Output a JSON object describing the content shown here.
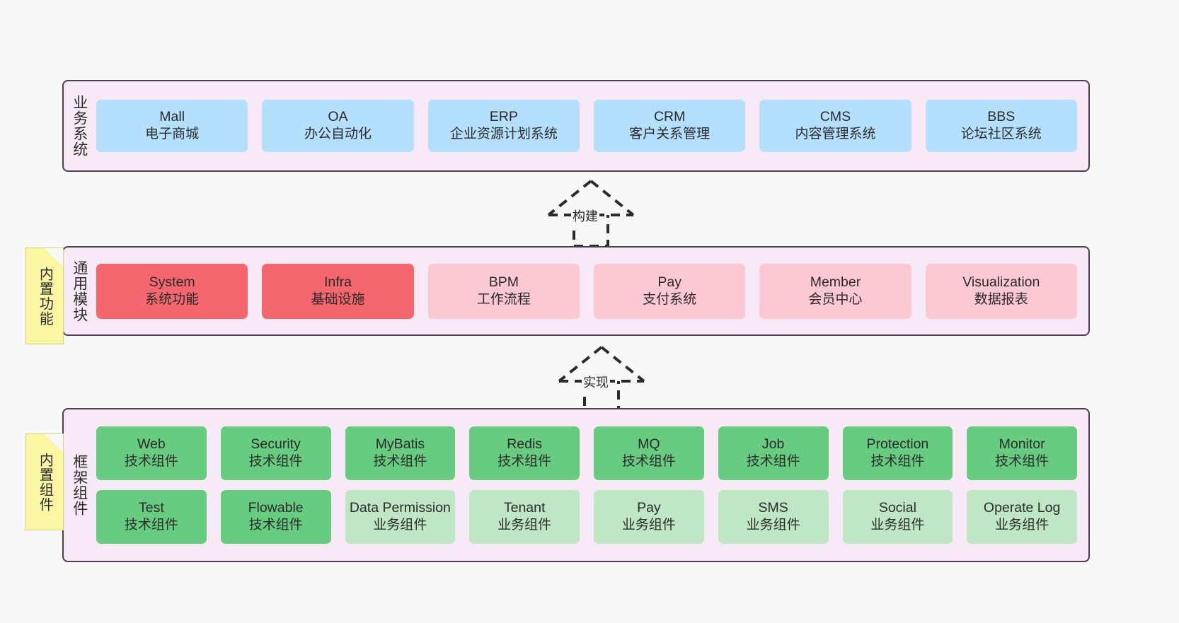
{
  "diagram": {
    "title": "ruoyi-vue-pro architecture layers",
    "background_color": "#f8f8f8",
    "panel_color": "#f7e9f5",
    "panel_border_color": "#4a3f4d"
  },
  "notes": [
    {
      "name": "built-in-functions",
      "label": "内置功能",
      "color": "#fbf6a4"
    },
    {
      "name": "built-in-components",
      "label": "内置组件",
      "color": "#fbf6a4"
    }
  ],
  "connectors": [
    {
      "name": "build",
      "label": "构建",
      "style": "dashed-generalization",
      "direction": "up"
    },
    {
      "name": "implement",
      "label": "实现",
      "style": "dashed-generalization",
      "direction": "up"
    }
  ],
  "layers": [
    {
      "name": "business-systems",
      "title": "业务系统",
      "card_color": "#b4dffd",
      "rows": [
        [
          {
            "title": "Mall",
            "subtitle": "电子商城",
            "color": "#b4dffd"
          },
          {
            "title": "OA",
            "subtitle": "办公自动化",
            "color": "#b4dffd"
          },
          {
            "title": "ERP",
            "subtitle": "企业资源计划系统",
            "color": "#b4dffd"
          },
          {
            "title": "CRM",
            "subtitle": "客户关系管理",
            "color": "#b4dffd"
          },
          {
            "title": "CMS",
            "subtitle": "内容管理系统",
            "color": "#b4dffd"
          },
          {
            "title": "BBS",
            "subtitle": "论坛社区系统",
            "color": "#b4dffd"
          }
        ]
      ]
    },
    {
      "name": "common-modules",
      "title": "通用模块",
      "rows": [
        [
          {
            "title": "System",
            "subtitle": "系统功能",
            "color": "#f4676f"
          },
          {
            "title": "Infra",
            "subtitle": "基础设施",
            "color": "#f4676f"
          },
          {
            "title": "BPM",
            "subtitle": "工作流程",
            "color": "#fcc9d2"
          },
          {
            "title": "Pay",
            "subtitle": "支付系统",
            "color": "#fcc9d2"
          },
          {
            "title": "Member",
            "subtitle": "会员中心",
            "color": "#fcc9d2"
          },
          {
            "title": "Visualization",
            "subtitle": "数据报表",
            "color": "#fcc9d2"
          }
        ]
      ]
    },
    {
      "name": "framework-components",
      "title": "框架组件",
      "rows": [
        [
          {
            "title": "Web",
            "subtitle": "技术组件",
            "color": "#67cb80"
          },
          {
            "title": "Security",
            "subtitle": "技术组件",
            "color": "#67cb80"
          },
          {
            "title": "MyBatis",
            "subtitle": "技术组件",
            "color": "#67cb80"
          },
          {
            "title": "Redis",
            "subtitle": "技术组件",
            "color": "#67cb80"
          },
          {
            "title": "MQ",
            "subtitle": "技术组件",
            "color": "#67cb80"
          },
          {
            "title": "Job",
            "subtitle": "技术组件",
            "color": "#67cb80"
          },
          {
            "title": "Protection",
            "subtitle": "技术组件",
            "color": "#67cb80"
          },
          {
            "title": "Monitor",
            "subtitle": "技术组件",
            "color": "#67cb80"
          }
        ],
        [
          {
            "title": "Test",
            "subtitle": "技术组件",
            "color": "#67cb80"
          },
          {
            "title": "Flowable",
            "subtitle": "技术组件",
            "color": "#67cb80"
          },
          {
            "title": "Data Permission",
            "subtitle": "业务组件",
            "color": "#bfe7c6"
          },
          {
            "title": "Tenant",
            "subtitle": "业务组件",
            "color": "#bfe7c6"
          },
          {
            "title": "Pay",
            "subtitle": "业务组件",
            "color": "#bfe7c6"
          },
          {
            "title": "SMS",
            "subtitle": "业务组件",
            "color": "#bfe7c6"
          },
          {
            "title": "Social",
            "subtitle": "业务组件",
            "color": "#bfe7c6"
          },
          {
            "title": "Operate Log",
            "subtitle": "业务组件",
            "color": "#bfe7c6"
          }
        ]
      ]
    }
  ]
}
